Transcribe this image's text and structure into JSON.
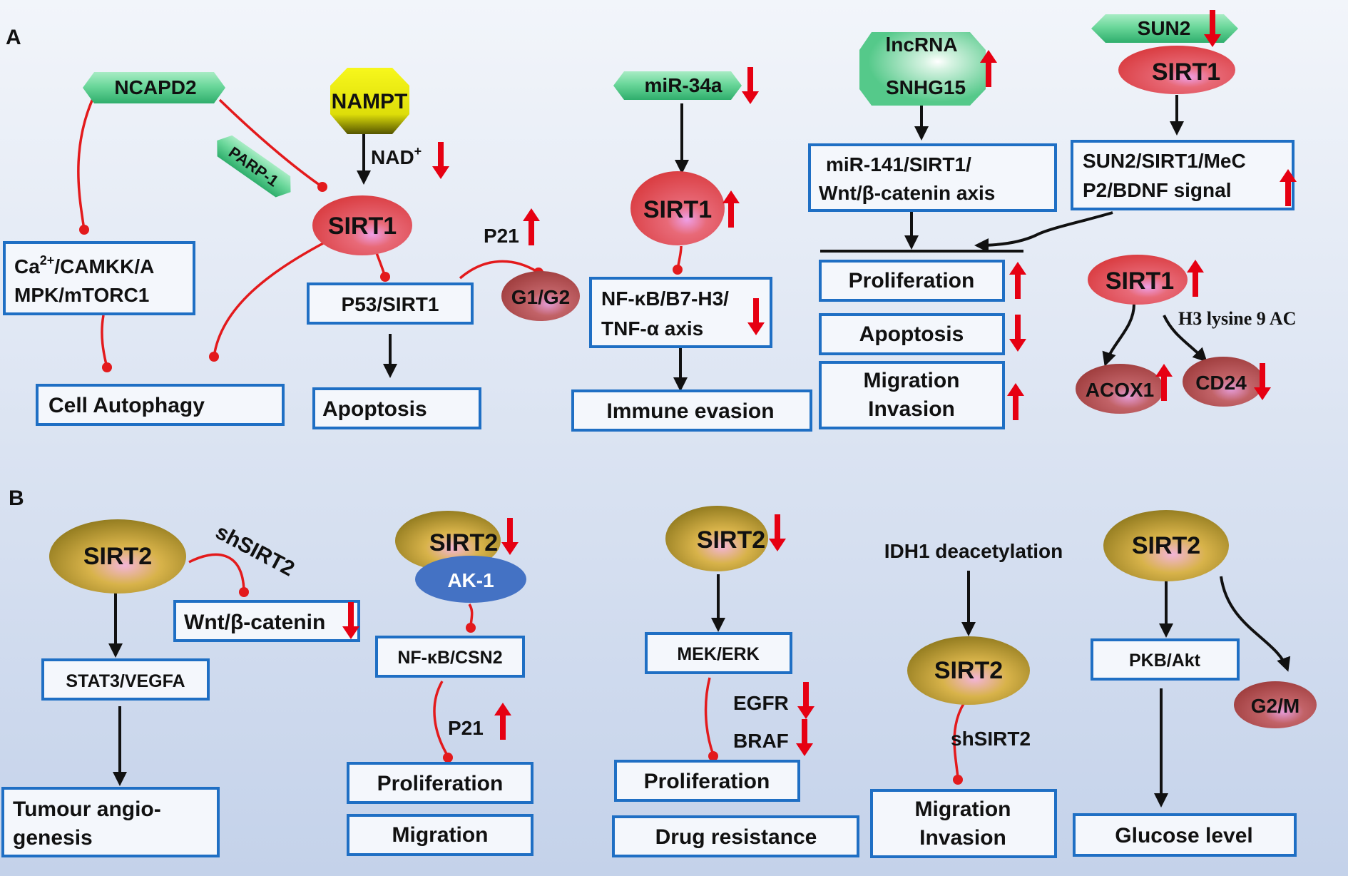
{
  "panels": {
    "a": "A",
    "b": "B"
  },
  "a": {
    "ncapd2": "NCAPD2",
    "nampt": "NAMPT",
    "nad": "NAD",
    "nad_sup": "+",
    "parp1": "PARP-1",
    "sirt1": "SIRT1",
    "camkk_1a": "Ca",
    "camkk_1sup": "2+",
    "camkk_1b": "/CAMKK/A",
    "camkk_2": "MPK/mTORC1",
    "p53": "P53/SIRT1",
    "p21": "P21",
    "g1g2": "G1/G2",
    "cell_autophagy": "Cell Autophagy",
    "apoptosis": "Apoptosis",
    "mir34a": "miR-34a",
    "nfkb_1": "NF-κB/B7-H3/",
    "nfkb_2": "TNF-α axis",
    "immune_evasion": "Immune evasion",
    "lnc_1": "lncRNA",
    "lnc_2": "SNHG15",
    "mir141_1": "miR-141/SIRT1/",
    "mir141_2": "Wnt/β-catenin axis",
    "sun2": "SUN2",
    "sun2sig_1": "SUN2/SIRT1/MeC",
    "sun2sig_2": "P2/BDNF signal",
    "proliferation": "Proliferation",
    "apoptosis2": "Apoptosis",
    "migration": "Migration",
    "invasion": "Invasion",
    "h3": "H3 lysine 9 AC",
    "acox1": "ACOX1",
    "cd24": "CD24"
  },
  "b": {
    "sirt2": "SIRT2",
    "shsirt2": "shSIRT2",
    "wnt": "Wnt/β-catenin",
    "stat3": "STAT3/VEGFA",
    "tumour_1": "Tumour angio-",
    "tumour_2": "genesis",
    "ak1": "AK-1",
    "nfkb_csn2": "NF-κB/CSN2",
    "p21": "P21",
    "proliferation": "Proliferation",
    "migration": "Migration",
    "mek": "MEK/ERK",
    "egfr": "EGFR",
    "braf": "BRAF",
    "proliferation2": "Proliferation",
    "drug_resistance": "Drug resistance",
    "idh1": "IDH1 deacetylation",
    "shsirt2_2": "shSIRT2",
    "migration2": "Migration",
    "invasion2": "Invasion",
    "pkb": "PKB/Akt",
    "g2m": "G2/M",
    "glucose": "Glucose level"
  }
}
